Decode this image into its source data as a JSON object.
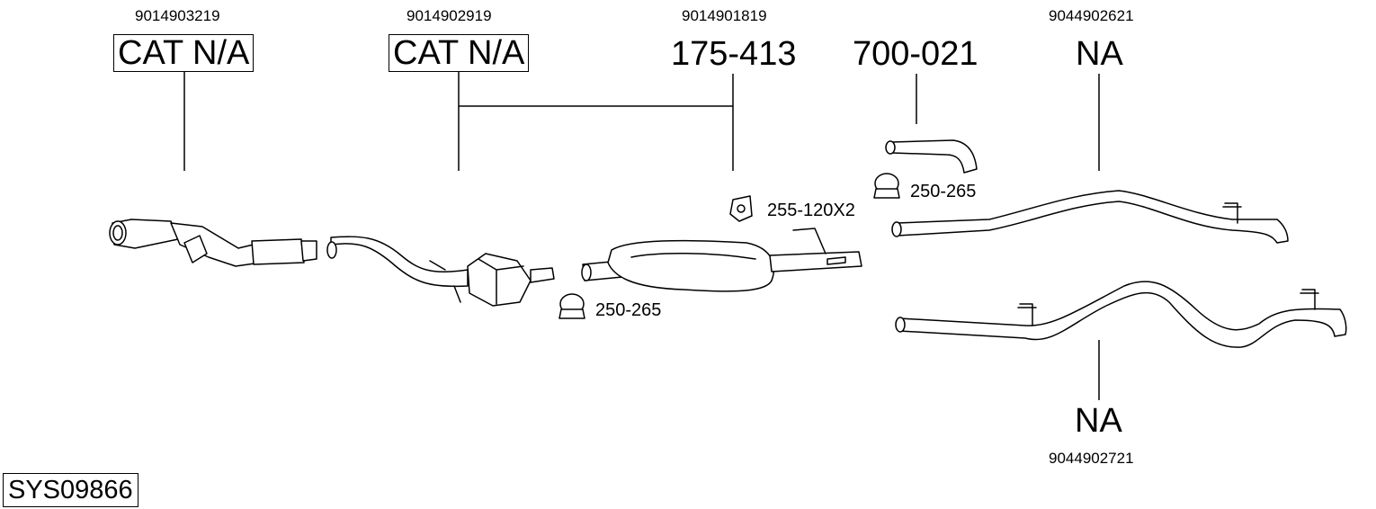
{
  "system_code": "SYS09866",
  "parts": [
    {
      "oe_number": "9014903219",
      "part_number": "CAT N/A"
    },
    {
      "oe_number": "9014902919",
      "part_number": "CAT N/A"
    },
    {
      "oe_number": "9014901819",
      "part_number": "175-413"
    },
    {
      "part_number": "700-021"
    },
    {
      "oe_number": "9044902621",
      "part_number": "NA"
    },
    {
      "oe_number": "9044902721",
      "part_number": "NA"
    }
  ],
  "accessories": {
    "clamp_left": "250-265",
    "clamp_right": "250-265",
    "rubber_mount": "255-120X2"
  }
}
